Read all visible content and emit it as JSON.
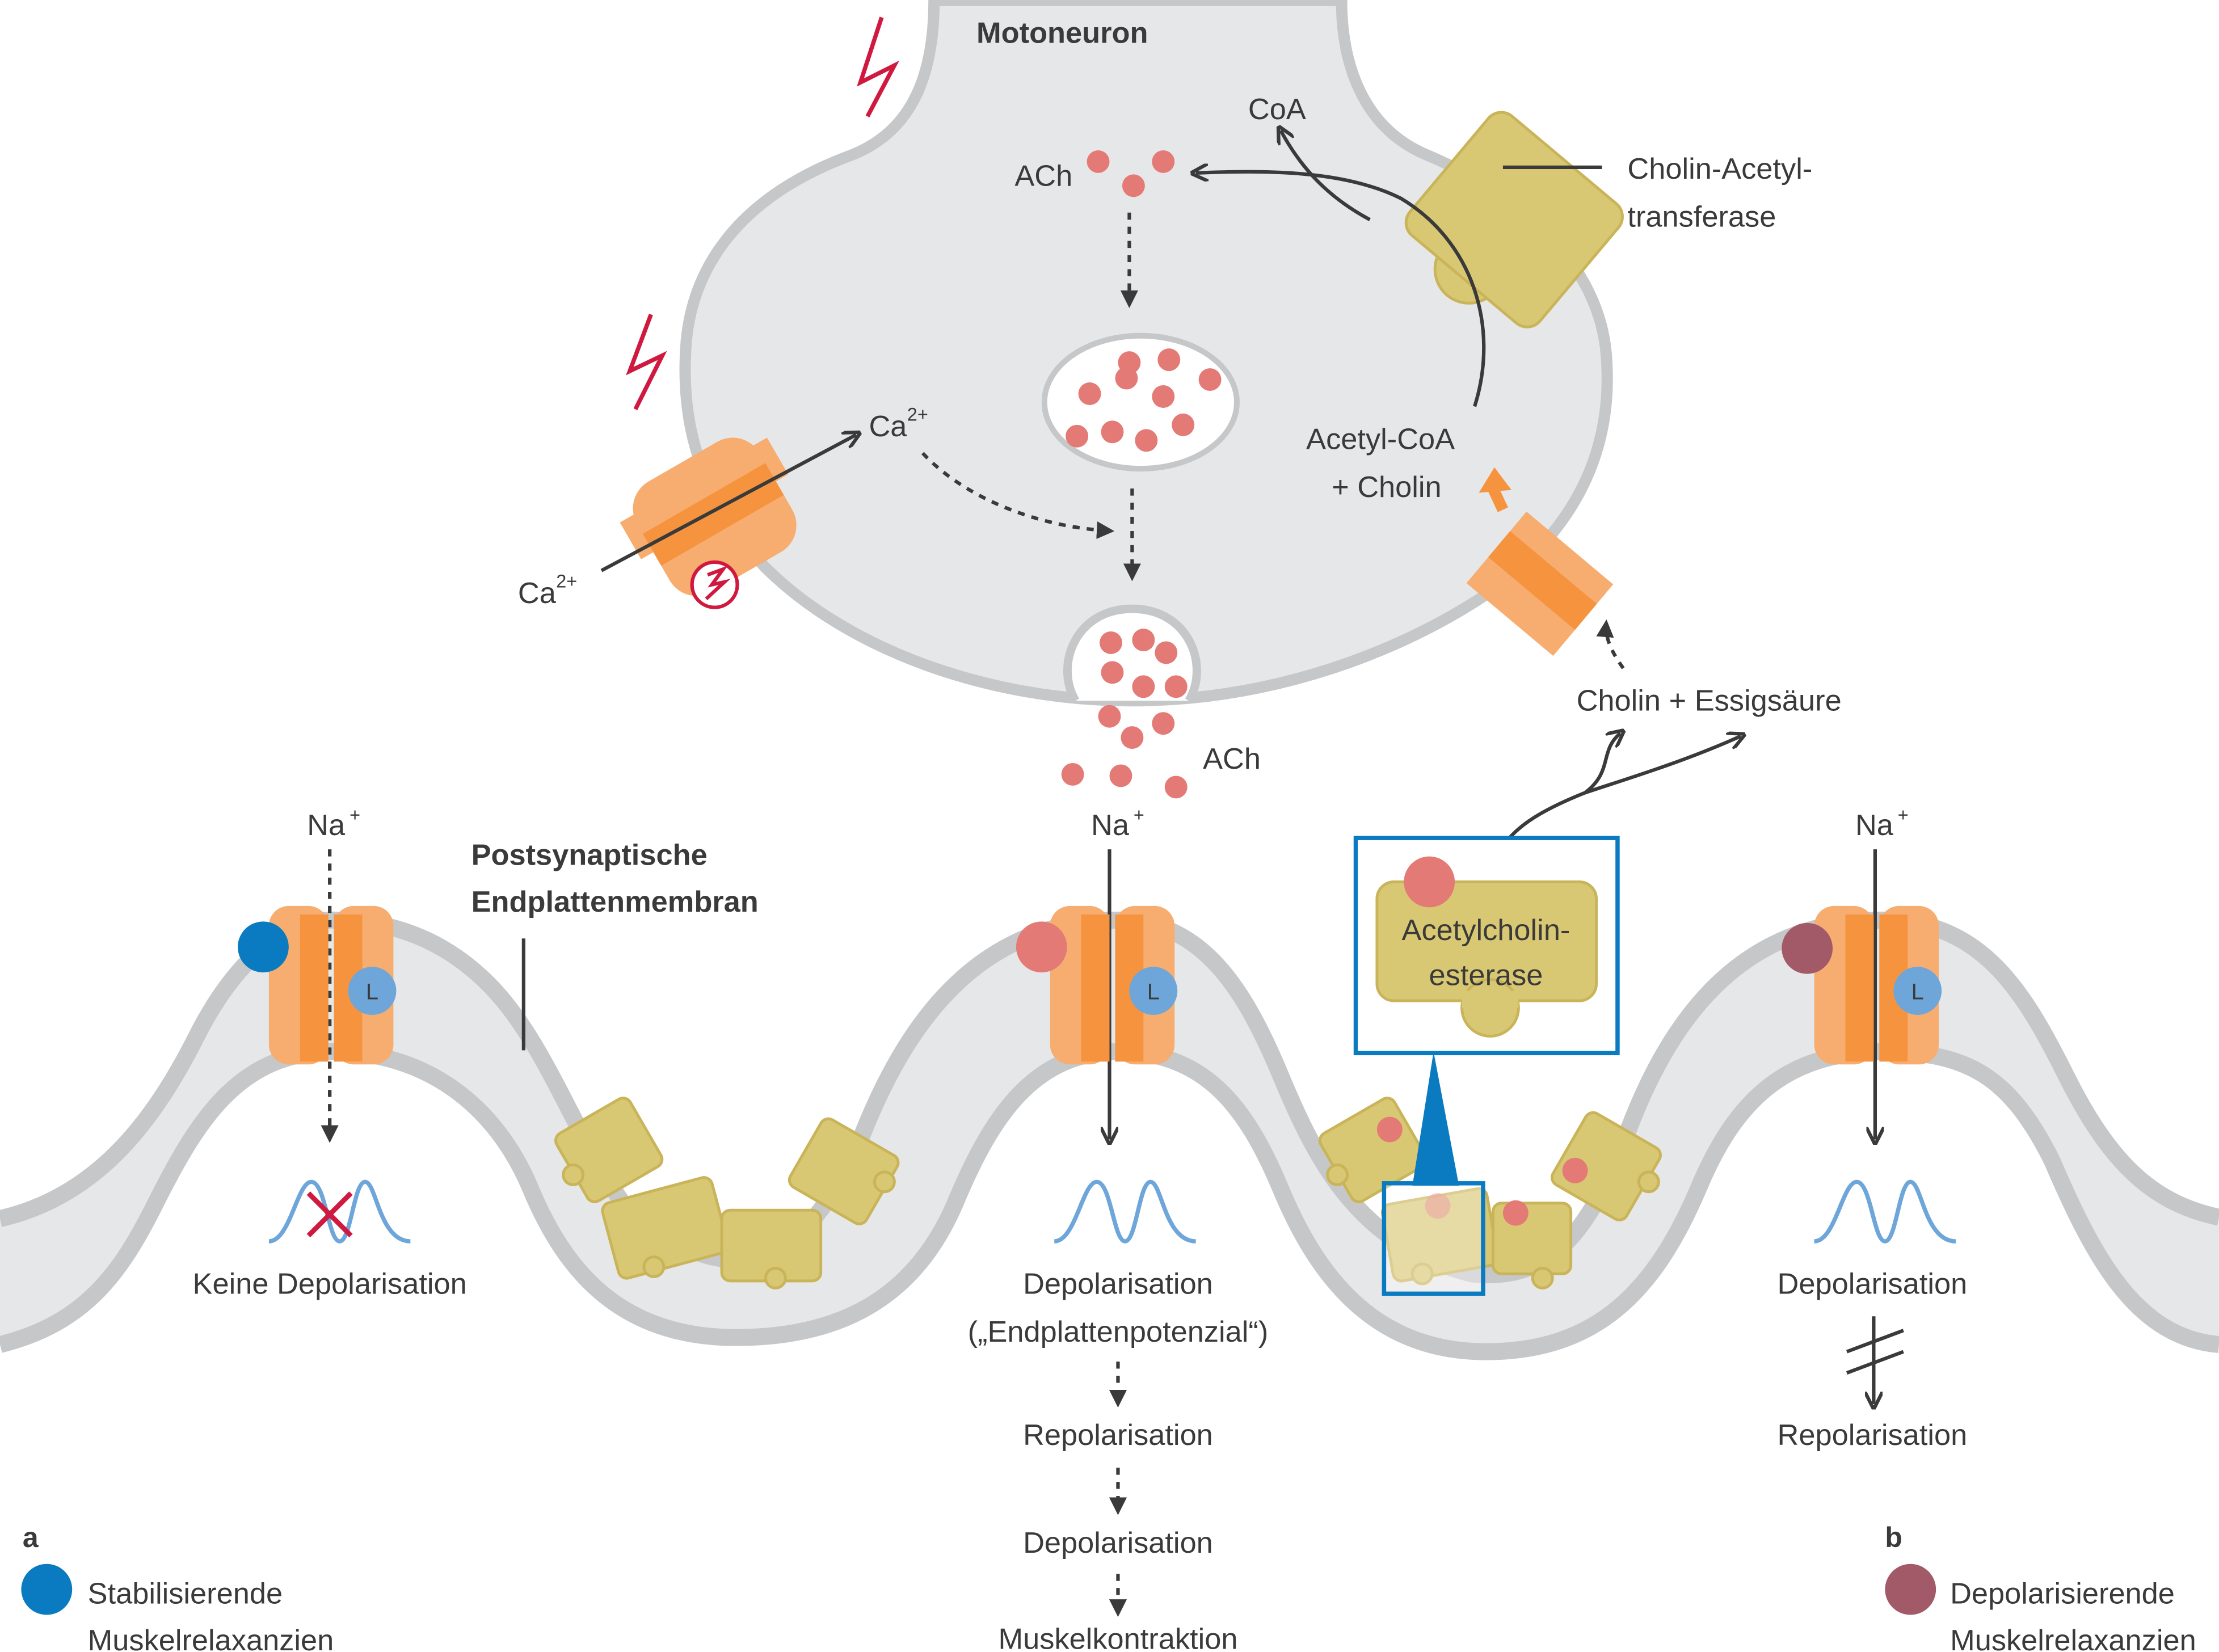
{
  "labels": {
    "motoneuron": "Motoneuron",
    "coa": "CoA",
    "ach_top": "ACh",
    "cholin_acetyltransferase_line1": "Cholin-Acetyl-",
    "cholin_acetyltransferase_line2": "transferase",
    "ca_inside": "Ca",
    "ca_inside_charge": "2+",
    "ca_outside": "Ca",
    "ca_outside_charge": "2+",
    "acetyl_coa": "Acetyl-CoA",
    "plus_cholin": "+ Cholin",
    "cholin_essigsaeure": "Cholin + Essigsäure",
    "ach_cleft": "ACh",
    "na_left": "Na",
    "na_center": "Na",
    "na_right": "Na",
    "na_charge": "+",
    "postsynaptic_line1": "Postsynaptische",
    "postsynaptic_line2": "Endplattenmembran",
    "acetylcholinesterase_line1": "Acetylcholin-",
    "acetylcholinesterase_line2": "esterase",
    "ligand_marker": "L",
    "keine_depolarisation": "Keine Depolarisation",
    "depolarisation_center": "Depolarisation",
    "endplattenpotenzial": "(„Endplattenpotenzial“)",
    "repolarisation_center": "Repolarisation",
    "depolarisation_center_2": "Depolarisation",
    "muskelkontraktion": "Muskelkontraktion",
    "depolarisation_right": "Depolarisation",
    "repolarisation_right": "Repolarisation"
  },
  "legend": {
    "a": {
      "letter": "a",
      "text_line1": "Stabilisierende",
      "text_line2": "Muskelrelaxanzien",
      "color": "#0a7bc1"
    },
    "b": {
      "letter": "b",
      "text_line1": "Depolarisierende",
      "text_line2": "Muskelrelaxanzien",
      "color": "#a35a68"
    }
  },
  "colors": {
    "membrane_grey": "#c6c7c9",
    "neuron_fill": "#e6e7e8",
    "channel_orange": "#f7ad6f",
    "channel_orange_dark": "#f5933f",
    "enzyme_olive": "#d9c873",
    "molecule_pink": "#e47a76",
    "ligand_blue": "#6ea6d9",
    "highlight_blue": "#0a7bc1",
    "lightning_red": "#d0193f"
  }
}
